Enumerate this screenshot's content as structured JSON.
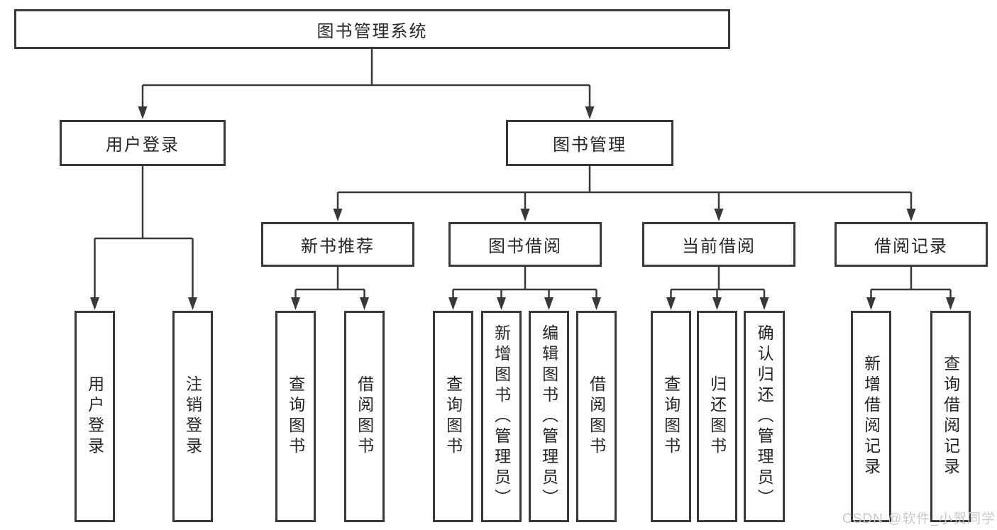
{
  "tree": {
    "label": "图书管理系统",
    "children": [
      {
        "label": "用户登录",
        "children": [
          {
            "label": "用户登录"
          },
          {
            "label": "注销登录"
          }
        ]
      },
      {
        "label": "图书管理",
        "children": [
          {
            "label": "新书推荐",
            "children": [
              {
                "label": "查询图书"
              },
              {
                "label": "借阅图书"
              }
            ]
          },
          {
            "label": "图书借阅",
            "children": [
              {
                "label": "查询图书"
              },
              {
                "label": "新增图书（管理员）"
              },
              {
                "label": "编辑图书（管理员）"
              },
              {
                "label": "借阅图书"
              }
            ]
          },
          {
            "label": "当前借阅",
            "children": [
              {
                "label": "查询图书"
              },
              {
                "label": "归还图书"
              },
              {
                "label": "确认归还（管理员）"
              }
            ]
          },
          {
            "label": "借阅记录",
            "children": [
              {
                "label": "新增借阅记录"
              },
              {
                "label": "查询借阅记录"
              }
            ]
          }
        ]
      }
    ]
  },
  "watermark": {
    "text": "CSDN @软件_小贺同学"
  },
  "colors": {
    "line": "#383838",
    "box_border": "#383838",
    "box_background": "#ffffff",
    "text": "#252525",
    "watermark": "#c6c9cd",
    "background": "#ffffff"
  }
}
